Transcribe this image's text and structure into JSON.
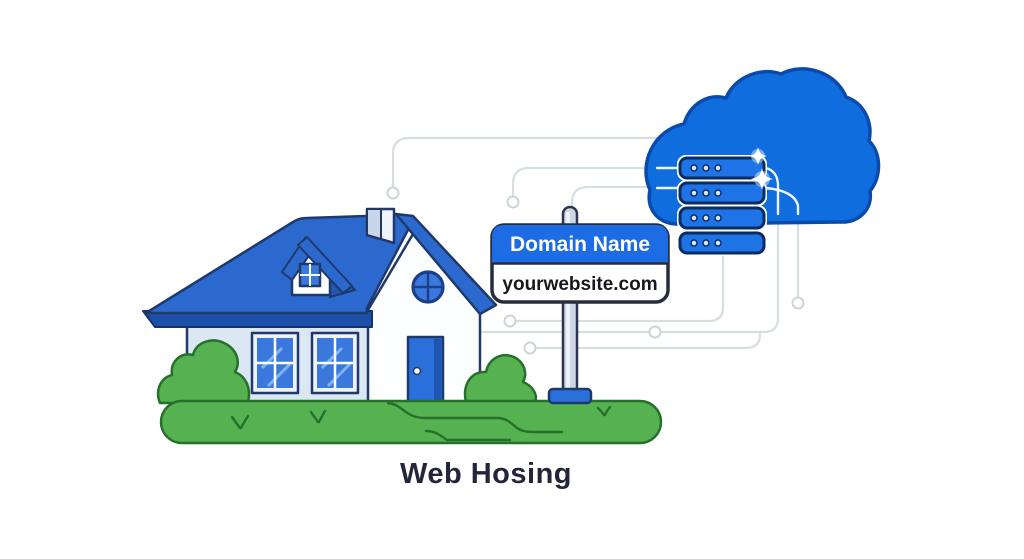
{
  "illustration": {
    "caption": "Web Hosing",
    "sign": {
      "header": "Domain Name",
      "domain": "yourwebsite.com"
    }
  },
  "colors": {
    "background": "#ffffff",
    "primary_blue": "#106dde",
    "cloud_outline": "#0a4aad",
    "roof_blue": "#2c69cf",
    "fascia_blue": "#1c4fa8",
    "door_blue": "#2b6fdb",
    "sign_header_blue": "#1d6ce4",
    "server_blue": "#1e74e6",
    "server_outline": "#0b2c63",
    "glass_blue": "#3a78dd",
    "wall_light": "#dce7f4",
    "wall_white": "#fdfeff",
    "grass_green": "#56b150",
    "green_outline": "#27702c",
    "outline_navy": "#20396b",
    "trace_gray": "#d7dee0",
    "post_gray": "#cdd6e4",
    "caption_text": "#23263a",
    "domain_text": "#17181c",
    "header_text": "#ffffff"
  }
}
